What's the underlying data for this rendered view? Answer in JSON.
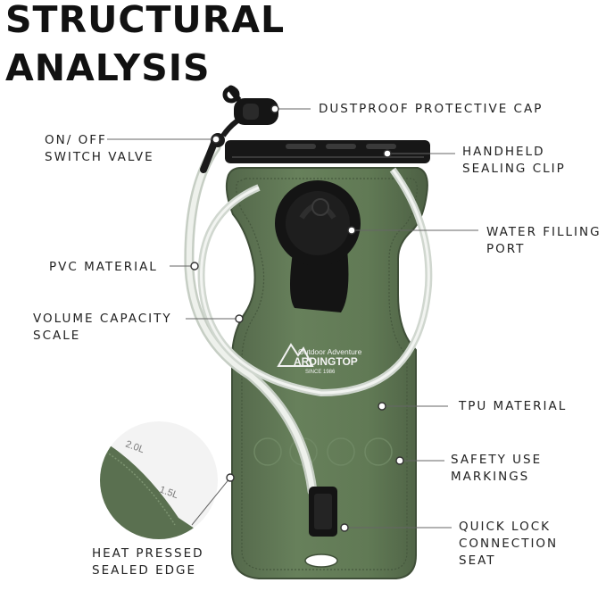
{
  "title": {
    "line1": "STRUCTURAL",
    "line2": "ANALYSIS"
  },
  "labels": {
    "dustproof": {
      "line1": "DUSTPROOF PROTECTIVE CAP"
    },
    "switch_valve": {
      "line1": "ON/ OFF",
      "line2": "SWITCH VALVE"
    },
    "clip": {
      "line1": "HANDHELD",
      "line2": "SEALING CLIP"
    },
    "water_port": {
      "line1": "WATER FILLING",
      "line2": "PORT"
    },
    "pvc": {
      "line1": "PVC MATERIAL"
    },
    "volume": {
      "line1": "VOLUME CAPACITY",
      "line2": "SCALE"
    },
    "tpu": {
      "line1": "TPU MATERIAL"
    },
    "safety": {
      "line1": "SAFETY USE",
      "line2": "MARKINGS"
    },
    "heat": {
      "line1": "HEAT PRESSED",
      "line2": "SEALED EDGE"
    },
    "quick_lock": {
      "line1": "QUICK LOCK",
      "line2": "CONNECTION",
      "line3": "SEAT"
    }
  },
  "brand": {
    "tagline": "Outdoor Adventure",
    "name": "ARDINGTOP",
    "since": "SINCE 1986"
  },
  "scale_marks": {
    "mark_2l": "2.0L",
    "mark_15l": "1.5L"
  },
  "colors": {
    "bladder": "#5f7553",
    "bladder_dark": "#4b5e42",
    "plastic": "#151515",
    "text": "#222222",
    "tube": "#dde3dc"
  }
}
